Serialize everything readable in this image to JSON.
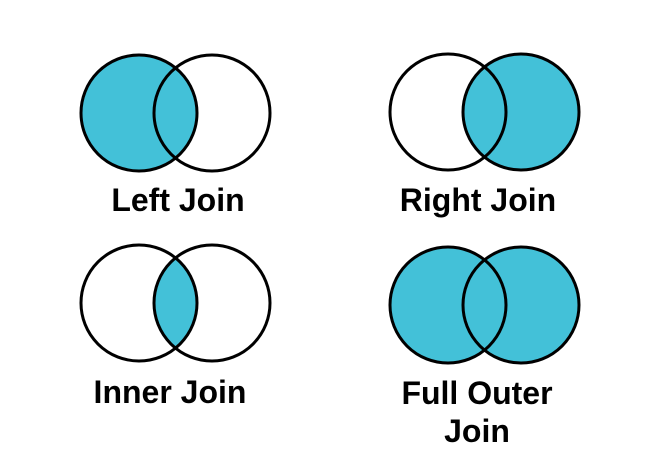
{
  "colors": {
    "accent": "#43C1D8",
    "outline": "#000000",
    "text": "#000000",
    "background": "#FFFFFF"
  },
  "diagrams": [
    {
      "id": "left-join",
      "label": "Left Join",
      "left_fill": "#43C1D8",
      "right_fill": "none",
      "intersection_fill": "none"
    },
    {
      "id": "right-join",
      "label": "Right Join",
      "left_fill": "none",
      "right_fill": "#43C1D8",
      "intersection_fill": "none"
    },
    {
      "id": "inner-join",
      "label": "Inner Join",
      "left_fill": "none",
      "right_fill": "none",
      "intersection_fill": "#43C1D8"
    },
    {
      "id": "full-outer-join",
      "label": "Full Outer Join",
      "left_fill": "#43C1D8",
      "right_fill": "#43C1D8",
      "intersection_fill": "none"
    }
  ]
}
